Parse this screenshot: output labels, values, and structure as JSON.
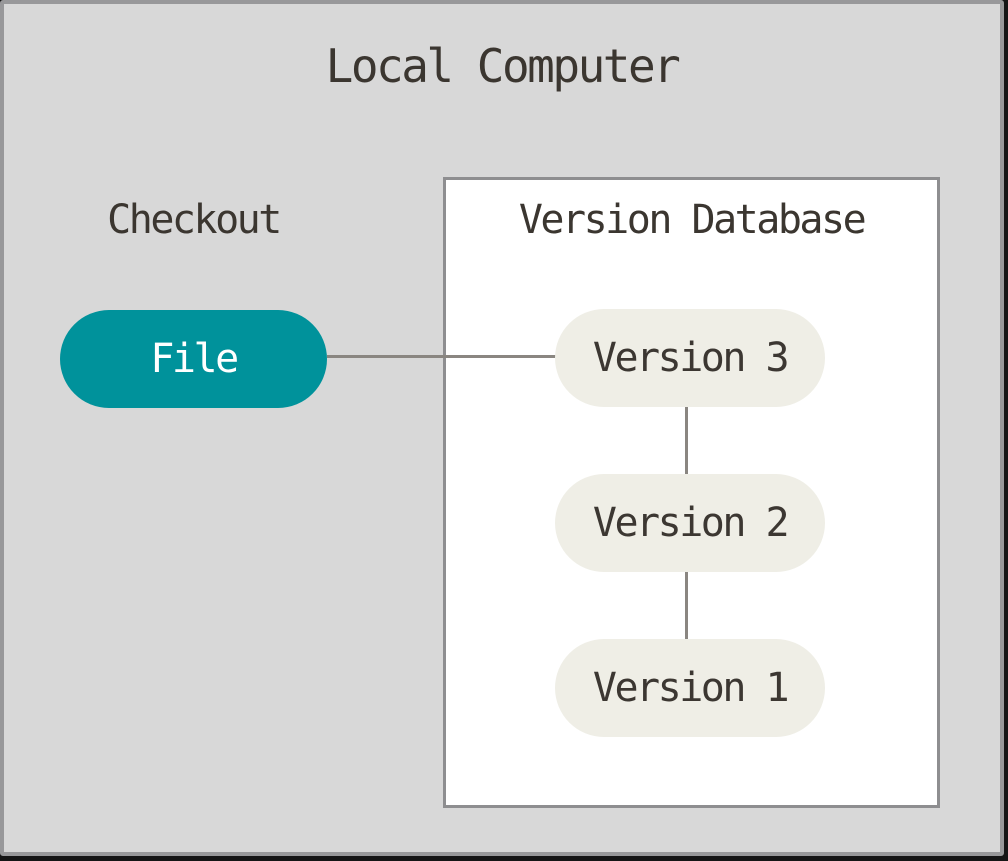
{
  "window": {
    "background_color": "#D8D8D8",
    "border_color": "#98989A"
  },
  "diagram": {
    "title": "Local Computer",
    "checkout": {
      "label": "Checkout"
    },
    "file_node": {
      "label": "File",
      "fill_color": "#00929B",
      "text_color": "#FFFFFF"
    },
    "version_database": {
      "title": "Version Database",
      "fill_color": "#FFFFFF",
      "border_color": "#8E8E90",
      "node_fill_color": "#EFEEE6",
      "node_text_color": "#3C3732",
      "nodes": [
        {
          "label": "Version 3"
        },
        {
          "label": "Version 2"
        },
        {
          "label": "Version 1"
        }
      ]
    },
    "connector_color": "#8A8681",
    "connections": [
      {
        "from": "File",
        "to": "Version 3"
      },
      {
        "from": "Version 3",
        "to": "Version 2"
      },
      {
        "from": "Version 2",
        "to": "Version 1"
      }
    ],
    "text_color": "#3B3630"
  }
}
